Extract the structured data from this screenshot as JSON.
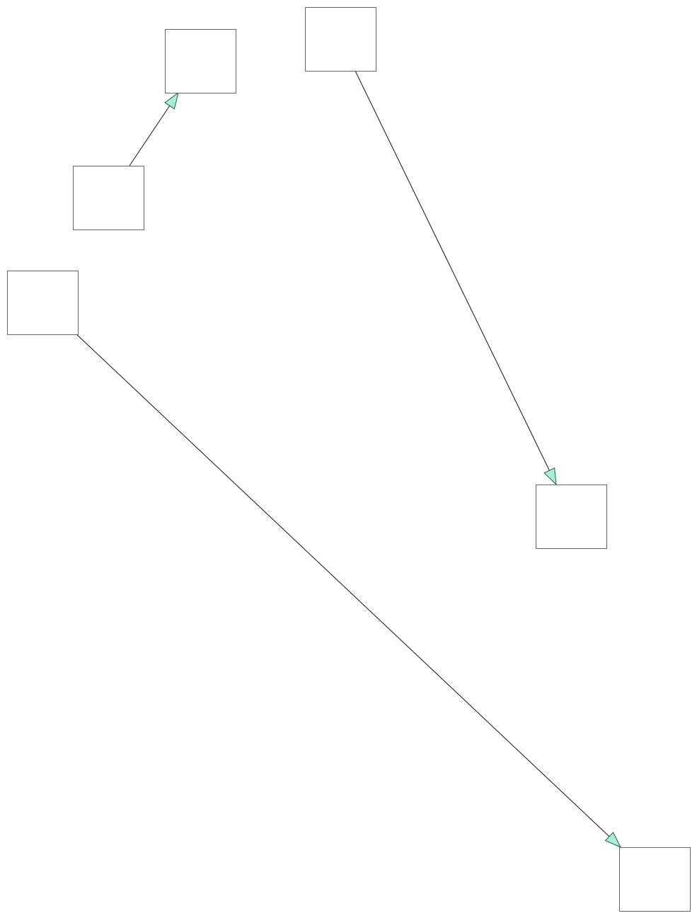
{
  "diagram": {
    "type": "directed-graph",
    "nodes": [
      {
        "id": "n1",
        "label": ""
      },
      {
        "id": "n2",
        "label": ""
      },
      {
        "id": "n3",
        "label": ""
      },
      {
        "id": "n4",
        "label": ""
      },
      {
        "id": "n5",
        "label": ""
      },
      {
        "id": "n6",
        "label": ""
      }
    ],
    "edges": [
      {
        "from": "n2",
        "to": "n1"
      },
      {
        "from": "n3",
        "to": "n4"
      },
      {
        "from": "n5",
        "to": "n6"
      }
    ]
  },
  "colors": {
    "background": "#ffffff",
    "node_fill": "#ffffff",
    "node_stroke": "#666666",
    "edge_stroke": "#111111",
    "arrowhead_fill": "#a8f0d8",
    "arrowhead_stroke": "#1e5e4a"
  }
}
